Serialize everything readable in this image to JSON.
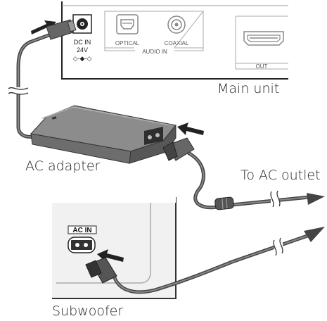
{
  "main_unit": {
    "label": "Main unit",
    "dc_in_label": "DC IN",
    "dc_in_voltage": "24V",
    "polarity_symbol": "◇-◆-◇",
    "optical_label": "OPTICAL",
    "coaxial_label": "COAXIAL",
    "audio_in_label": "AUDIO IN",
    "out_label": "OUT"
  },
  "ac_adapter": {
    "label": "AC adapter"
  },
  "outlet": {
    "label": "To AC outlet"
  },
  "subwoofer": {
    "label": "Subwoofer",
    "ac_in_label": "AC IN"
  }
}
